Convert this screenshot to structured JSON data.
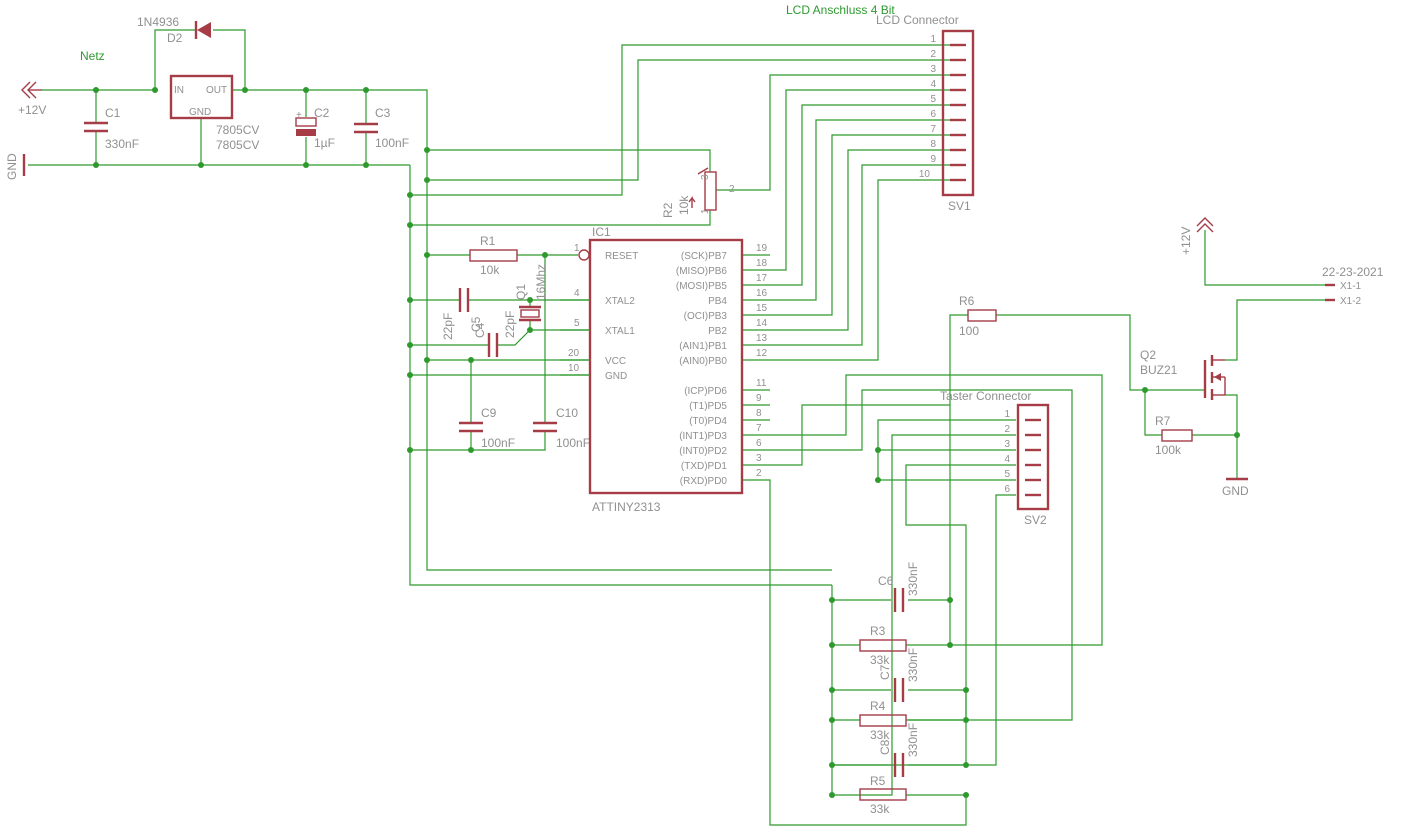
{
  "header": {
    "lcd_mode": "LCD Anschluss 4 Bit",
    "netz": "Netz",
    "date": "22-23-2021"
  },
  "power": {
    "vin_label": "+12V",
    "gnd_label": "GND",
    "vbuz_label": "+12V",
    "gnd2_label": "GND"
  },
  "d2": {
    "name": "D2",
    "value": "1N4936"
  },
  "reg": {
    "in": "IN",
    "out": "OUT",
    "gnd": "GND",
    "value1": "7805CV",
    "value2": "7805CV"
  },
  "caps": {
    "c1": {
      "name": "C1",
      "value": "330nF"
    },
    "c2": {
      "name": "C2",
      "value": "1µF"
    },
    "c3": {
      "name": "C3",
      "value": "100nF"
    },
    "c4": {
      "name": "C4",
      "value": "22pF"
    },
    "c5": {
      "name": "C5",
      "value": "22pF"
    },
    "c6": {
      "name": "C6",
      "value": "330nF"
    },
    "c7": {
      "name": "C7",
      "value": "330nF"
    },
    "c8": {
      "name": "C8",
      "value": "330nF"
    },
    "c9": {
      "name": "C9",
      "value": "100nF"
    },
    "c10": {
      "name": "C10",
      "value": "100nF"
    }
  },
  "res": {
    "r1": {
      "name": "R1",
      "value": "10k"
    },
    "r2": {
      "name": "R2",
      "value": "10k"
    },
    "r3": {
      "name": "R3",
      "value": "33k"
    },
    "r4": {
      "name": "R4",
      "value": "33k"
    },
    "r5": {
      "name": "R5",
      "value": "33k"
    },
    "r6": {
      "name": "R6",
      "value": "100"
    },
    "r7": {
      "name": "R7",
      "value": "100k"
    }
  },
  "q1": {
    "name": "Q1",
    "value": "16Mhz"
  },
  "q2": {
    "name": "Q2",
    "value": "BUZ21"
  },
  "ic1": {
    "name": "IC1",
    "part": "ATTINY2313",
    "left_pins": [
      {
        "num": "1",
        "label": "RESET"
      },
      {
        "num": "4",
        "label": "XTAL2"
      },
      {
        "num": "5",
        "label": "XTAL1"
      },
      {
        "num": "20",
        "label": "VCC"
      },
      {
        "num": "10",
        "label": "GND"
      }
    ],
    "right_pins": [
      {
        "num": "19",
        "label": "(SCK)PB7"
      },
      {
        "num": "18",
        "label": "(MISO)PB6"
      },
      {
        "num": "17",
        "label": "(MOSI)PB5"
      },
      {
        "num": "16",
        "label": "PB4"
      },
      {
        "num": "15",
        "label": "(OCI)PB3"
      },
      {
        "num": "14",
        "label": "PB2"
      },
      {
        "num": "13",
        "label": "(AIN1)PB1"
      },
      {
        "num": "12",
        "label": "(AIN0)PB0"
      },
      {
        "num": "11",
        "label": "(ICP)PD6"
      },
      {
        "num": "9",
        "label": "(T1)PD5"
      },
      {
        "num": "8",
        "label": "(T0)PD4"
      },
      {
        "num": "7",
        "label": "(INT1)PD3"
      },
      {
        "num": "6",
        "label": "(INT0)PD2"
      },
      {
        "num": "3",
        "label": "(TXD)PD1"
      },
      {
        "num": "2",
        "label": "(RXD)PD0"
      }
    ]
  },
  "sv1": {
    "title": "LCD Connector",
    "name": "SV1",
    "pins": [
      "1",
      "2",
      "3",
      "4",
      "5",
      "6",
      "7",
      "8",
      "9",
      "10"
    ]
  },
  "sv2": {
    "title": "Taster Connector",
    "name": "SV2",
    "pins": [
      "1",
      "2",
      "3",
      "4",
      "5",
      "6"
    ]
  },
  "pot": {
    "pin1": "1",
    "pin2": "2",
    "pin3": "3"
  },
  "x1": {
    "pin1": "X1-1",
    "pin2": "X1-2"
  },
  "colors": {
    "wire": "#2e9a2e",
    "part": "#a53c46",
    "text": "#909090"
  }
}
